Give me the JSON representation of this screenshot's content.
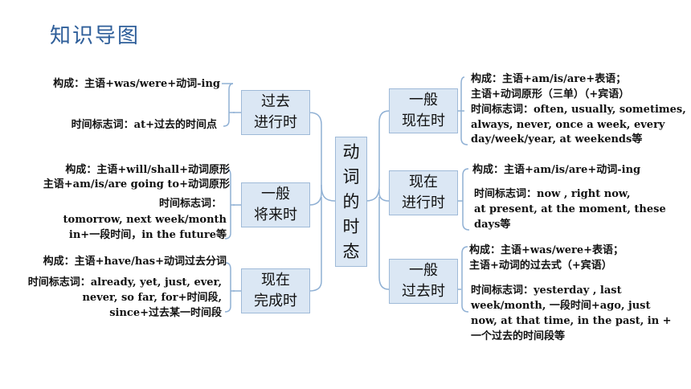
{
  "title": "知识导图",
  "center": [
    "动",
    "词",
    "的",
    "时",
    "态"
  ],
  "past_progressive": {
    "label1": "过去",
    "label2": "进行时",
    "structure": "构成：主语+was/were+动词-ing",
    "time_words": "时间标志词：at+过去的时间点"
  },
  "simple_future": {
    "label1": "一般",
    "label2": "将来时",
    "structure_1": "构成：主语+will/shall+动词原形",
    "structure_2": "主语+am/is/are going to+动词原形",
    "time_words_label": "时间标志词：",
    "time_words_1": "tomorrow, next week/month",
    "time_words_2": "in+一段时间，in the future等"
  },
  "present_perfect": {
    "label1": "现在",
    "label2": "完成时",
    "structure": "构成：主语+have/has+动词过去分词",
    "time_words_1": "时间标志词：already, yet, just, ever,",
    "time_words_2": "never, so far, for+时间段,",
    "time_words_3": "since+过去某一时间段"
  },
  "simple_present": {
    "label1": "一般",
    "label2": "现在时",
    "structure_1": "构成：主语+am/is/are+表语；",
    "structure_2": "主语+动词原形（三单）（+宾语）",
    "time_words_1": "时间标志词：often, usually, sometimes,",
    "time_words_2": "always, never, once a week, every",
    "time_words_3": "day/week/year, at weekends等"
  },
  "present_progressive": {
    "label1": "现在",
    "label2": "进行时",
    "structure": "构成：主语+am/is/are+动词-ing",
    "time_words_1": "时间标志词：now , right now,",
    "time_words_2": "at present, at the moment, these",
    "time_words_3": "days等"
  },
  "simple_past": {
    "label1": "一般",
    "label2": "过去时",
    "structure_1": "构成：主语+was/were+表语；",
    "structure_2": "主语+动词的过去式（+宾语）",
    "time_words_1": "时间标志词：yesterday , last",
    "time_words_2": "week/month, 一段时间+ago, just",
    "time_words_3": "now, at that time, in the past, in +",
    "time_words_4": "一个过去的时间段等"
  },
  "colors": {
    "accent": "#2f5f9a",
    "box_fill": "#dbe7f4",
    "line": "#8fb0d4"
  }
}
